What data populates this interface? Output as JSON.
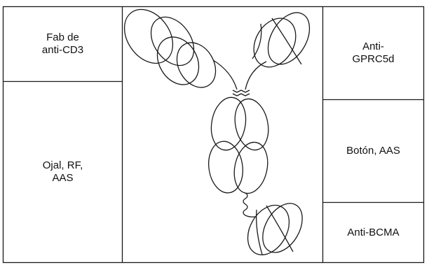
{
  "labels": {
    "left_top": "Fab de\nanti-CD3",
    "left_bottom": "Ojal, RF,\nAAS",
    "right_top": "Anti-\nGPRC5d",
    "right_middle": "Botón, AAS",
    "right_bottom": "Anti-BCMA"
  },
  "colors": {
    "line": "#1a1a1a",
    "background": "#ffffff"
  }
}
